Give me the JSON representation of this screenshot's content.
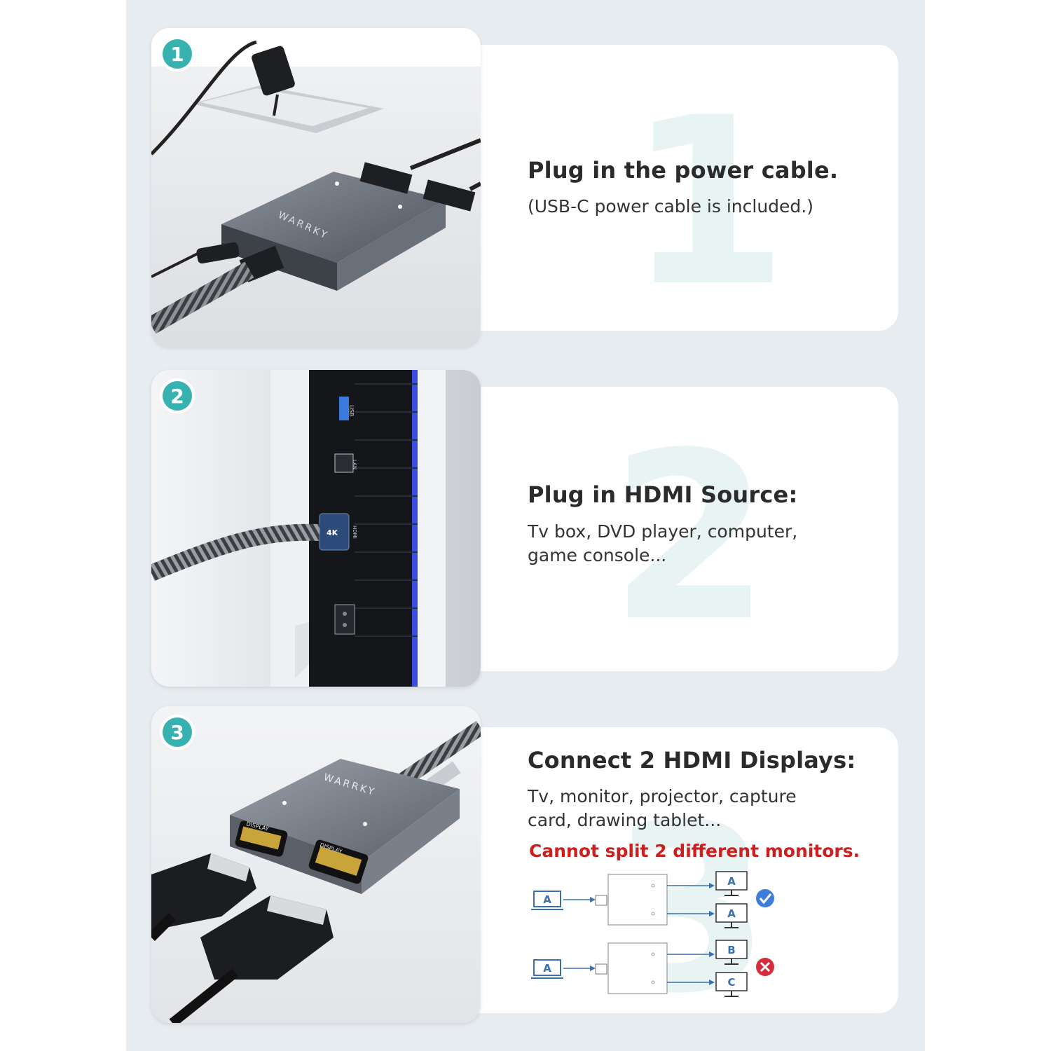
{
  "colors": {
    "accent": "#38b2b0",
    "warning": "#cc1f1f",
    "check": "#3b7dd8",
    "cross": "#d62d3d",
    "diagram_line": "#3a6fb0"
  },
  "steps": [
    {
      "number": "1",
      "title": "Plug in the power cable.",
      "description": "(USB-C power cable is included.)",
      "image_icon": "power-cable-plugged-into-splitter-photo",
      "brand": "WARRKY"
    },
    {
      "number": "2",
      "title": "Plug in HDMI Source:",
      "description_lines": [
        "Tv box, DVD player, computer,",
        "game console..."
      ],
      "image_icon": "hdmi-cable-into-console-photo",
      "port_labels": {
        "usb": "USB",
        "lan": "LAN",
        "hdmi": "HDMI",
        "cable": "4K"
      }
    },
    {
      "number": "3",
      "title": "Connect 2 HDMI Displays:",
      "description_lines": [
        "Tv, monitor, projector, capture",
        "card, drawing tablet..."
      ],
      "warning": "Cannot split 2 different monitors.",
      "image_icon": "splitter-two-display-ports-photo",
      "brand": "WARRKY",
      "port_label": "DISPLAY",
      "diagram": {
        "correct": {
          "source": "A",
          "outputs": [
            "A",
            "A"
          ],
          "status_icon": "check-icon"
        },
        "incorrect": {
          "source": "A",
          "outputs": [
            "B",
            "C"
          ],
          "status_icon": "cross-icon"
        }
      }
    }
  ]
}
